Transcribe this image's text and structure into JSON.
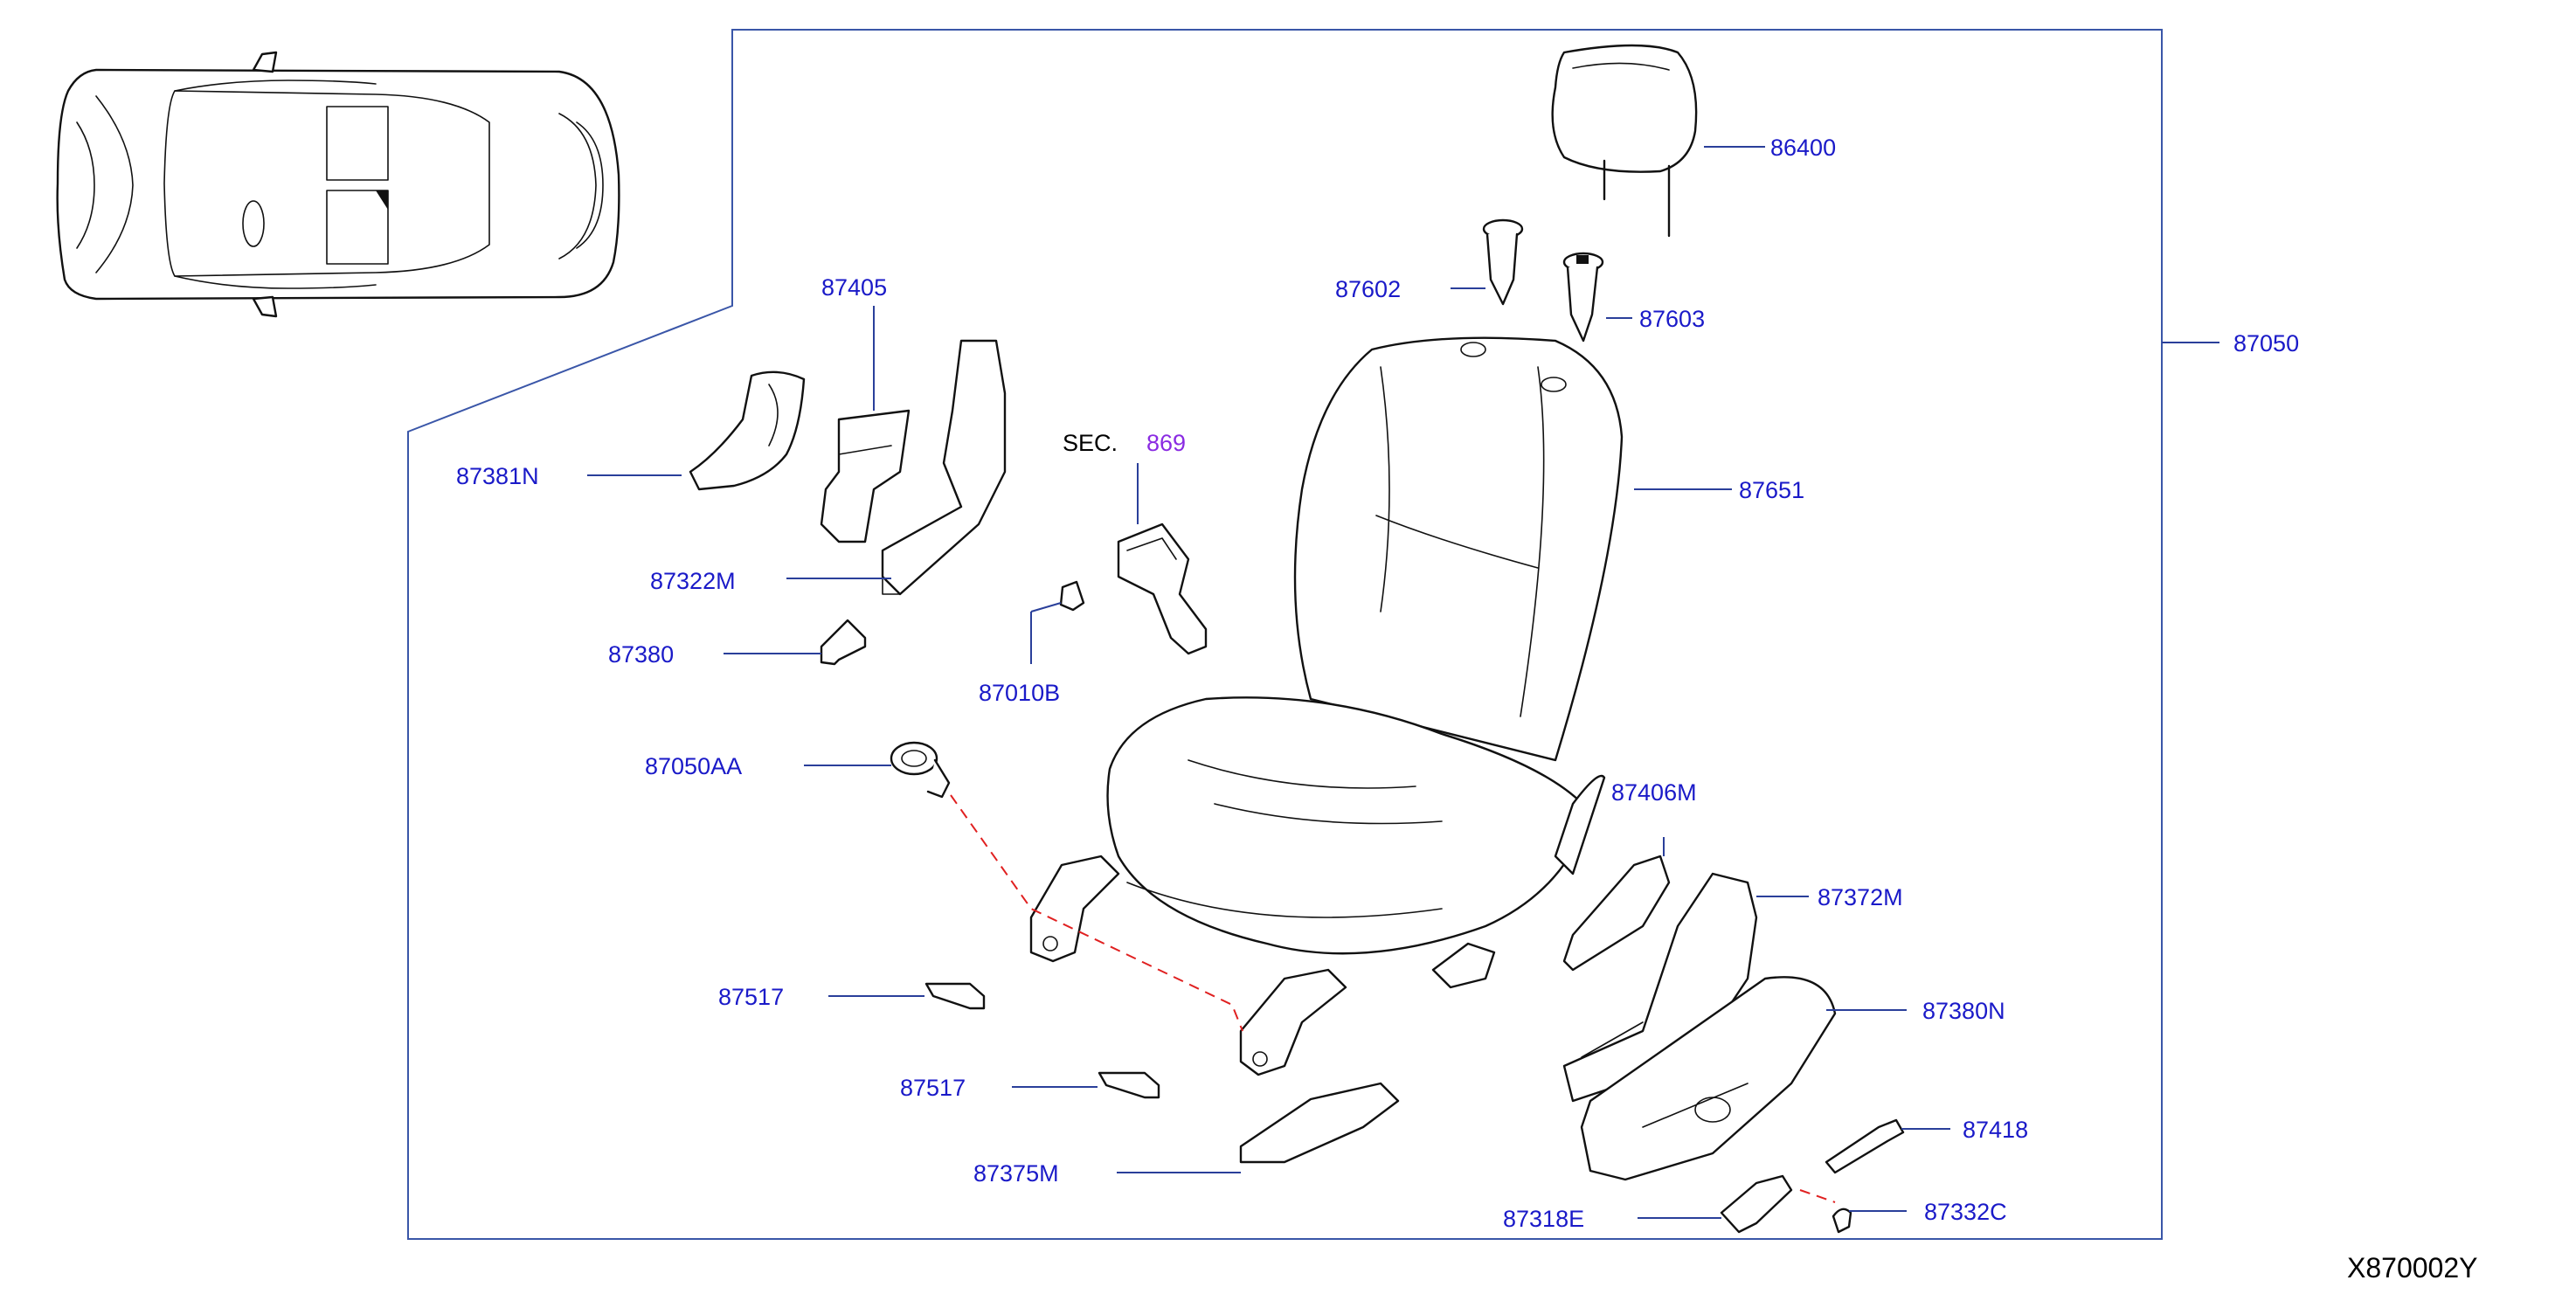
{
  "diagram": {
    "assembly_part_number": "87050",
    "section_prefix": "SEC.",
    "section_number": "869",
    "diagram_code": "X870002Y",
    "parts": {
      "p86400": "86400",
      "p87602": "87602",
      "p87603": "87603",
      "p87651": "87651",
      "p87405": "87405",
      "p87381N": "87381N",
      "p87322M": "87322M",
      "p87380": "87380",
      "p87010B": "87010B",
      "p87050AA": "87050AA",
      "p87406M": "87406M",
      "p87372M": "87372M",
      "p87380N": "87380N",
      "p87517a": "87517",
      "p87517b": "87517",
      "p87375M": "87375M",
      "p87418": "87418",
      "p87318E": "87318E",
      "p87332C": "87332C"
    }
  },
  "colors": {
    "label": "#1a1ac8",
    "section_link": "#8a2be2",
    "frame": "#3a56a8",
    "dashed_guide": "#e02020"
  }
}
